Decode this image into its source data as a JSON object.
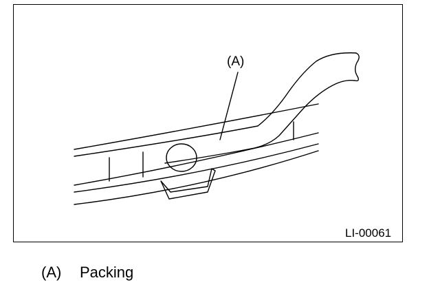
{
  "figure": {
    "callout": "(A)",
    "figure_id": "LI-00061"
  },
  "legend": {
    "items": [
      {
        "key": "(A)",
        "label": "Packing"
      }
    ]
  }
}
